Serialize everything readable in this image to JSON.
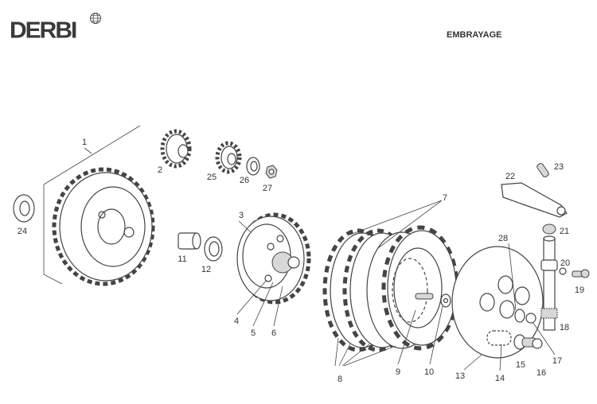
{
  "header": {
    "brand": "DERBI",
    "title": "EMBRAYAGE"
  },
  "callouts": [
    "1",
    "2",
    "3",
    "4",
    "5",
    "6",
    "7",
    "8",
    "9",
    "10",
    "11",
    "12",
    "13",
    "14",
    "15",
    "16",
    "17",
    "18",
    "19",
    "20",
    "21",
    "22",
    "23",
    "24",
    "25",
    "26",
    "27",
    "28"
  ]
}
